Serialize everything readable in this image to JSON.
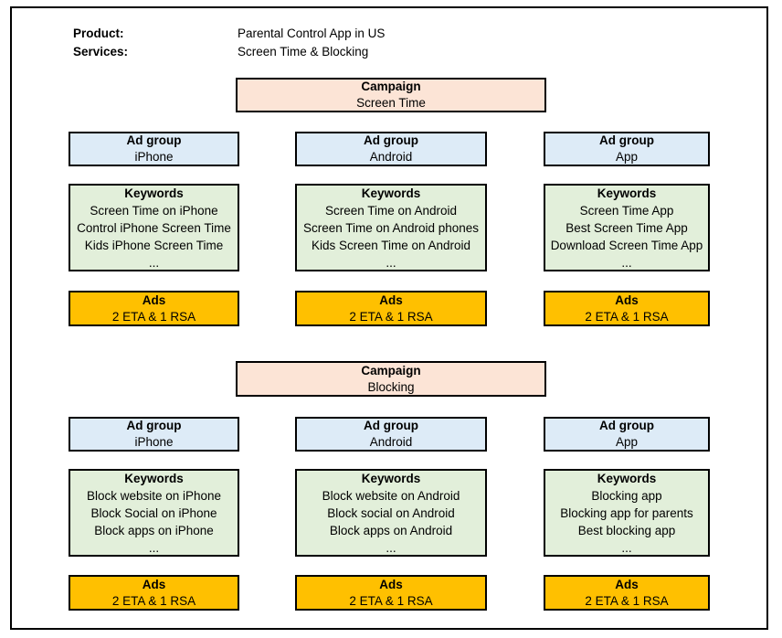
{
  "colors": {
    "campaign_fill": "#FCE4D6",
    "adgroup_fill": "#DDEBF7",
    "keywords_fill": "#E2EFDA",
    "ads_fill": "#FFC000",
    "border": "#000000"
  },
  "header": {
    "product_label": "Product:",
    "product_value": "Parental Control App in US",
    "services_label": "Services:",
    "services_value": "Screen Time & Blocking"
  },
  "sections": [
    {
      "campaign": {
        "label": "Campaign",
        "name": "Screen Time"
      },
      "columns": [
        {
          "adgroup": {
            "label": "Ad group",
            "name": "iPhone"
          },
          "keywords": {
            "label": "Keywords",
            "lines": [
              "Screen Time on iPhone",
              "Control iPhone Screen Time",
              "Kids iPhone Screen Time",
              "..."
            ]
          },
          "ads": {
            "label": "Ads",
            "detail": "2 ETA & 1 RSA"
          }
        },
        {
          "adgroup": {
            "label": "Ad group",
            "name": "Android"
          },
          "keywords": {
            "label": "Keywords",
            "lines": [
              "Screen Time on Android",
              "Screen Time on Android phones",
              "Kids Screen Time on Android",
              "..."
            ]
          },
          "ads": {
            "label": "Ads",
            "detail": "2 ETA & 1 RSA"
          }
        },
        {
          "adgroup": {
            "label": "Ad group",
            "name": "App"
          },
          "keywords": {
            "label": "Keywords",
            "lines": [
              "Screen Time App",
              "Best Screen Time App",
              "Download Screen Time App",
              "..."
            ]
          },
          "ads": {
            "label": "Ads",
            "detail": "2 ETA & 1 RSA"
          }
        }
      ]
    },
    {
      "campaign": {
        "label": "Campaign",
        "name": "Blocking"
      },
      "columns": [
        {
          "adgroup": {
            "label": "Ad group",
            "name": "iPhone"
          },
          "keywords": {
            "label": "Keywords",
            "lines": [
              "Block website on iPhone",
              "Block Social on iPhone",
              "Block apps on iPhone",
              "..."
            ]
          },
          "ads": {
            "label": "Ads",
            "detail": "2 ETA & 1 RSA"
          }
        },
        {
          "adgroup": {
            "label": "Ad group",
            "name": "Android"
          },
          "keywords": {
            "label": "Keywords",
            "lines": [
              "Block website on Android",
              "Block social on Android",
              "Block apps on Android",
              "..."
            ]
          },
          "ads": {
            "label": "Ads",
            "detail": "2 ETA & 1 RSA"
          }
        },
        {
          "adgroup": {
            "label": "Ad group",
            "name": "App"
          },
          "keywords": {
            "label": "Keywords",
            "lines": [
              "Blocking app",
              "Blocking app for parents",
              "Best blocking app",
              "..."
            ]
          },
          "ads": {
            "label": "Ads",
            "detail": "2 ETA & 1 RSA"
          }
        }
      ]
    }
  ]
}
